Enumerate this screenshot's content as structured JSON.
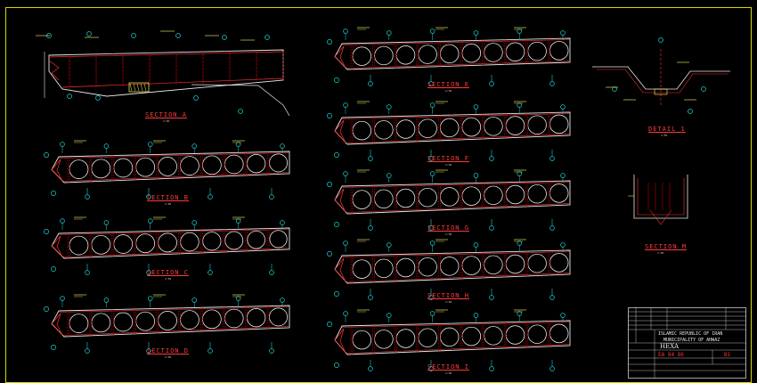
{
  "sections": [
    {
      "id": "A",
      "label": "SECTION  A"
    },
    {
      "id": "B",
      "label": "SECTION  B"
    },
    {
      "id": "C",
      "label": "SECTION  C"
    },
    {
      "id": "D",
      "label": "SECTION  D"
    },
    {
      "id": "E",
      "label": "SECTION  E"
    },
    {
      "id": "F",
      "label": "SECTION  F"
    },
    {
      "id": "G",
      "label": "SECTION  G"
    },
    {
      "id": "H",
      "label": "SECTION  H"
    },
    {
      "id": "I",
      "label": "SECTION  I"
    }
  ],
  "detail_label": "DETAIL  1",
  "section_m_label": "SECTION  M",
  "scale_text": "1:50",
  "title_block": {
    "country": "ISLAMIC  REPUBLIC  OF  IRAN",
    "client": "MUNICIPALITY  OF  AHWAZ",
    "company": "HEXA",
    "drawing_no": "EA  84  86",
    "sheet": "B1"
  },
  "colors": {
    "frame": "#d8d800",
    "deck": "#e8e8e8",
    "section": "#ff3030",
    "hatch": "#c00000",
    "marker": "#1fd0d0",
    "dim": "#ffff66"
  }
}
